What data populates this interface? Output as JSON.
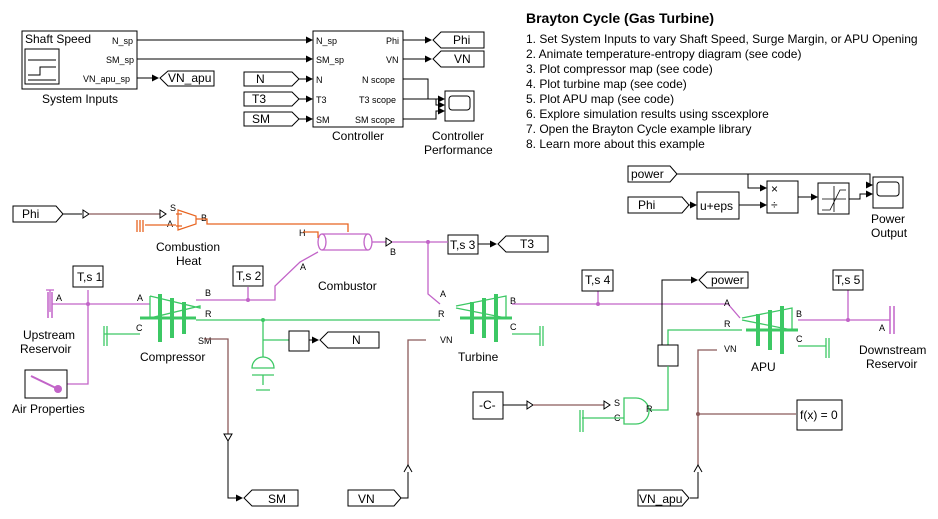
{
  "notes": {
    "title": "Brayton Cycle (Gas Turbine)",
    "items": [
      "1. Set System Inputs to vary Shaft Speed, Surge Margin, or APU Opening",
      "2. Animate temperature-entropy diagram (see code)",
      "3. Plot compressor map (see code)",
      "4. Plot turbine map (see code)",
      "5. Plot APU map (see code)",
      "6. Explore simulation results using sscexplore",
      "7. Open the Brayton Cycle example library",
      "8. Learn more about this example"
    ]
  },
  "system_inputs": {
    "signal_label": "Shaft Speed",
    "ports": [
      "N_sp",
      "SM_sp",
      "VN_apu_sp"
    ],
    "name": "System Inputs",
    "goto": "VN_apu"
  },
  "controller": {
    "inputs": [
      "N_sp",
      "SM_sp",
      "N",
      "T3",
      "SM"
    ],
    "outputs": [
      "Phi",
      "VN",
      "N scope",
      "T3 scope",
      "SM scope"
    ],
    "name": "Controller",
    "from_tags": [
      "N",
      "T3",
      "SM"
    ],
    "goto_tags": [
      "Phi",
      "VN"
    ]
  },
  "controller_performance": {
    "name_line1": "Controller",
    "name_line2": "Performance"
  },
  "power_output": {
    "from_power": "power",
    "from_phi": "Phi",
    "eps_block": "u+eps",
    "product_ops": [
      "×",
      "÷"
    ],
    "name_line1": "Power",
    "name_line2": "Output"
  },
  "combustion": {
    "from_phi": "Phi",
    "heat_name_line1": "Combustion",
    "heat_name_line2": "Heat",
    "heat_ports": [
      "S",
      "A",
      "B"
    ],
    "combustor_name": "Combustor",
    "combustor_ports": [
      "H",
      "A",
      "B"
    ],
    "sensor_ts3": "T,s 3",
    "goto_t3": "T3"
  },
  "sensors": {
    "ts1": "T,s 1",
    "ts2": "T,s 2",
    "ts4": "T,s 4",
    "ts5": "T,s 5"
  },
  "compressor": {
    "name": "Compressor",
    "ports": [
      "A",
      "B",
      "C",
      "R",
      "SM"
    ]
  },
  "turbine": {
    "name": "Turbine",
    "ports": [
      "A",
      "B",
      "C",
      "R",
      "VN"
    ]
  },
  "apu": {
    "name": "APU",
    "ports": [
      "A",
      "B",
      "C",
      "R",
      "VN"
    ]
  },
  "upstream": {
    "name_line1": "Upstream",
    "name_line2": "Reservoir",
    "port": "A"
  },
  "downstream": {
    "name_line1": "Downstream",
    "name_line2": "Reservoir",
    "port": "A"
  },
  "air_properties": {
    "name": "Air Properties"
  },
  "speed_goto": "N",
  "power_goto": "power",
  "sm_goto": "SM",
  "vn_from": "VN",
  "vn_apu_from": "VN_apu",
  "constant_block": "-C-",
  "source_ports": [
    "S",
    "C",
    "R"
  ],
  "fx_block": "f(x) = 0"
}
